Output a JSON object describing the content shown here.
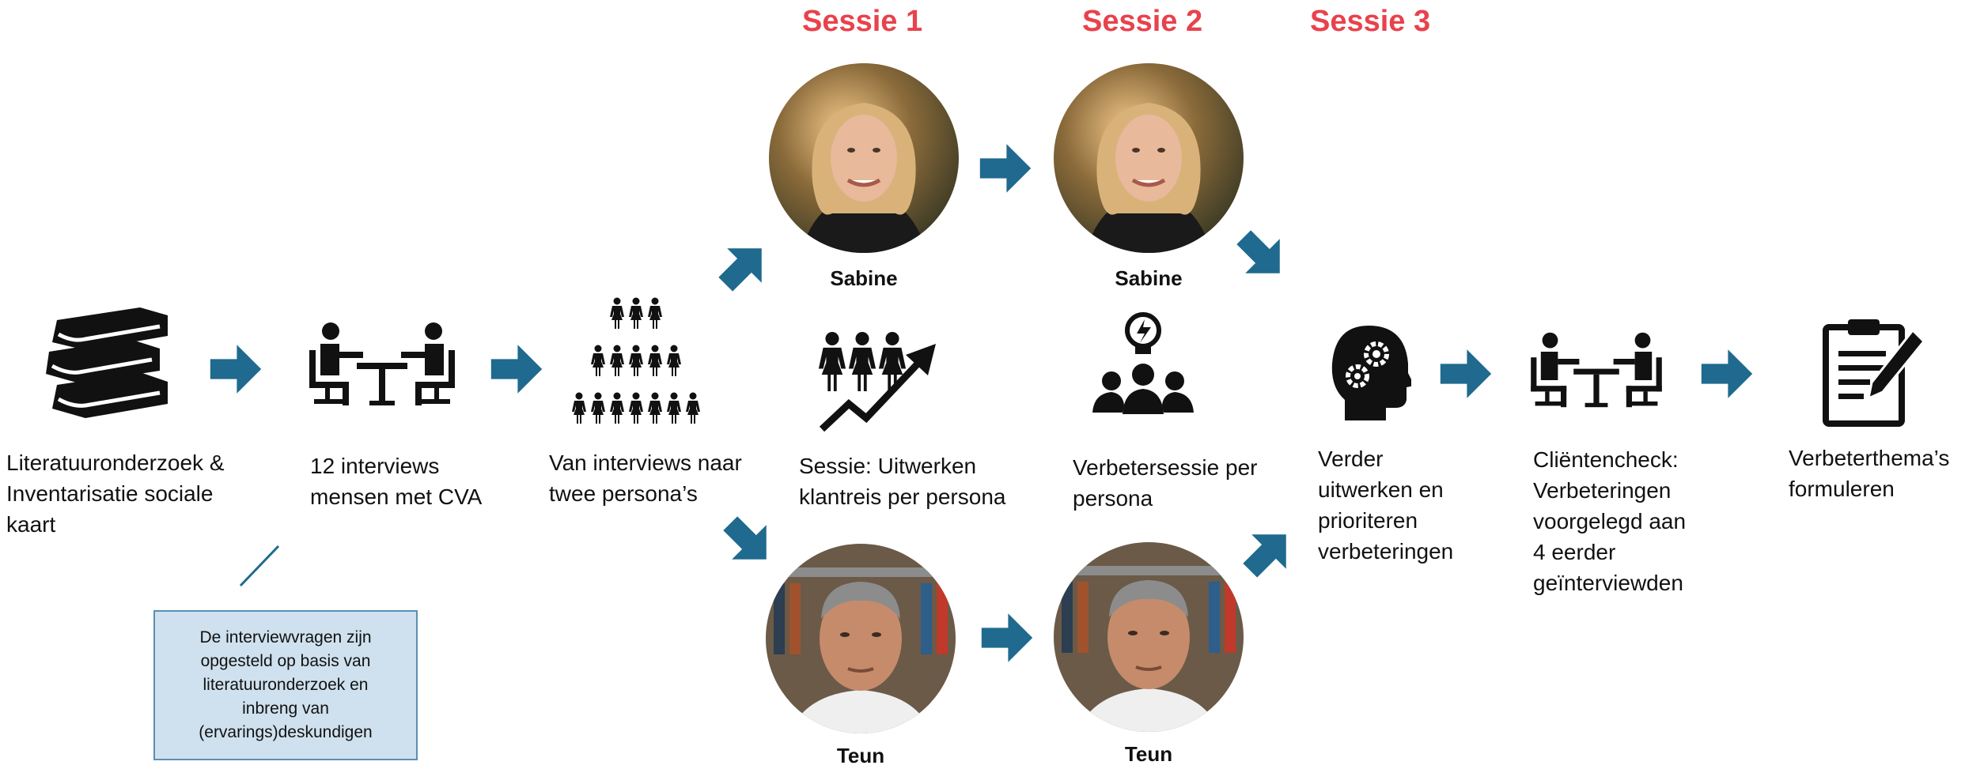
{
  "sessions": {
    "s1": "Sessie 1",
    "s2": "Sessie 2",
    "s3": "Sessie 3"
  },
  "steps": {
    "literature": "Literatuuronderzoek &\nInventarisatie sociale\nkaart",
    "interviews": "12 interviews\nmensen met CVA",
    "personas": "Van interviews naar\ntwee persona’s",
    "session1": "Sessie: Uitwerken\nklantreis per persona",
    "session2": "Verbetersessie per\npersona",
    "prioritize": "Verder\nuitwerken en\nprioriteren\nverbeteringen",
    "client_check": "Cliëntencheck:\nVerbeteringen\nvoorgelegd aan\n4 eerder\ngeïnterviewden",
    "themes": "Verbeterthema’s\nformuleren"
  },
  "personas": {
    "female": "Sabine",
    "male": "Teun"
  },
  "note": "De interviewvragen zijn\nopgesteld op basis van\nliteratuuronderzoek en\ninbreng van\n(ervarings)deskundigen",
  "colors": {
    "accent_red": "#e8424c",
    "arrow_blue": "#1f6a8e",
    "note_fill": "#cfe1ee",
    "note_border": "#5b8fb4"
  },
  "icons": {
    "literature": "books-icon",
    "interviews": "interview-table-icon",
    "personas": "people-pyramid-icon",
    "session1": "group-growth-icon",
    "session2": "team-idea-icon",
    "prioritize": "head-gears-icon",
    "client_check": "interview-table-icon",
    "themes": "clipboard-pencil-icon"
  }
}
